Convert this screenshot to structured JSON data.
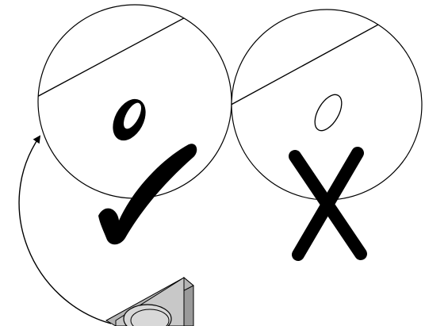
{
  "diagram": {
    "panels": [
      {
        "id": "correct",
        "verdict": "correct",
        "mark_icon": "checkmark-icon",
        "hole_style": "filled-bold-outline"
      },
      {
        "id": "incorrect",
        "verdict": "incorrect",
        "mark_icon": "x-cross-icon",
        "hole_style": "thin-outline"
      }
    ],
    "part_icon": "bracket-with-hole-icon",
    "connector": "curved-arrow-icon",
    "colors": {
      "stroke": "#000000",
      "mark_fill": "#000000",
      "part_face": "#c8c8c8",
      "part_side": "#9a9a9a",
      "background": "#ffffff"
    }
  }
}
